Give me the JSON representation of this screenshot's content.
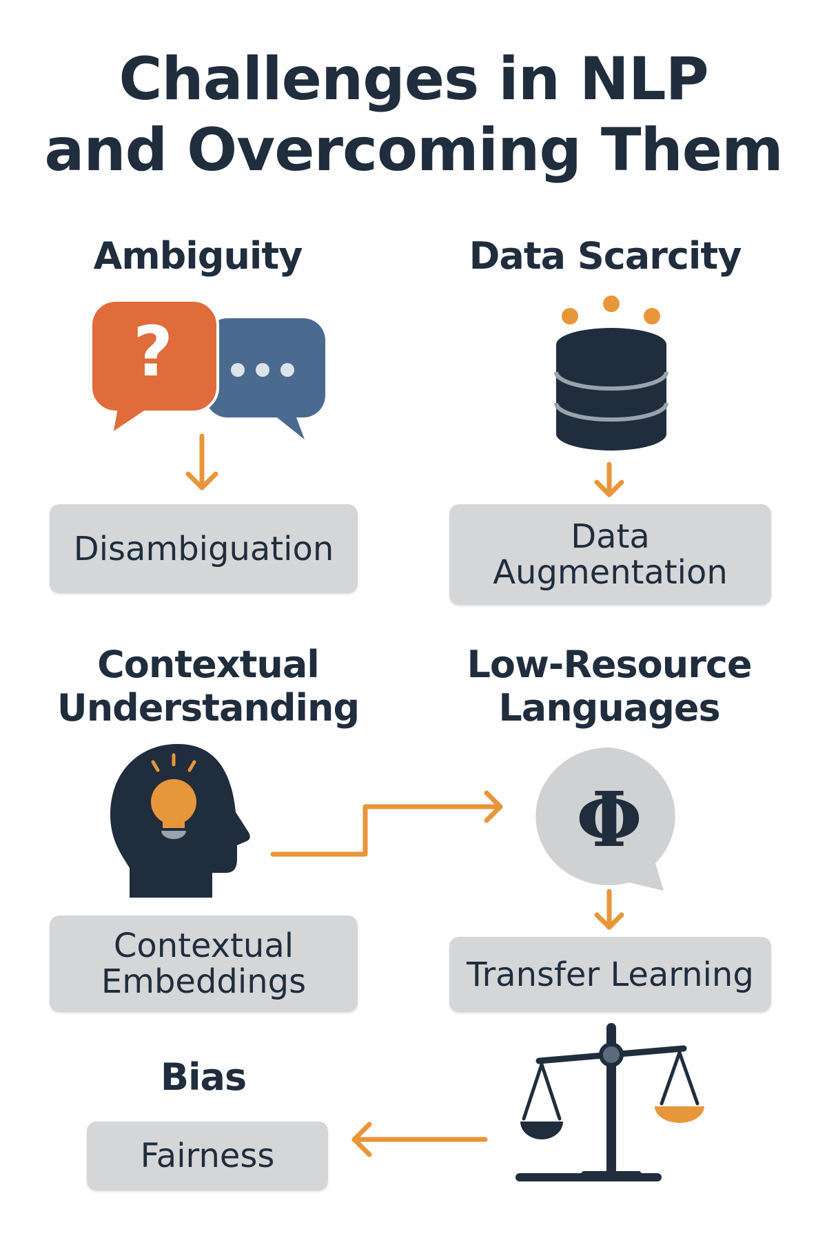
{
  "title": {
    "line1": "Challenges in NLP",
    "line2": "and Overcoming Them"
  },
  "challenges": [
    {
      "heading": "Ambiguity",
      "solution": "Disambiguation",
      "icon": "speech-bubbles-icon"
    },
    {
      "heading": "Data Scarcity",
      "solution_line1": "Data",
      "solution_line2": "Augmentation",
      "icon": "database-icon"
    },
    {
      "heading_line1": "Contextual",
      "heading_line2": "Understanding",
      "solution_line1": "Contextual",
      "solution_line2": "Embeddings",
      "icon": "head-lightbulb-icon"
    },
    {
      "heading_line1": "Low-Resource",
      "heading_line2": "Languages",
      "solution": "Transfer Learning",
      "icon": "phi-speech-bubble-icon",
      "icon_glyph": "Φ"
    },
    {
      "heading": "Bias",
      "solution": "Fairness",
      "icon": "balance-scale-icon"
    }
  ],
  "colors": {
    "navy": "#1f2d3d",
    "orange": "#e06b3b",
    "arrow": "#e8963a",
    "blue": "#4b6a8f",
    "box": "#d5d6d7"
  }
}
